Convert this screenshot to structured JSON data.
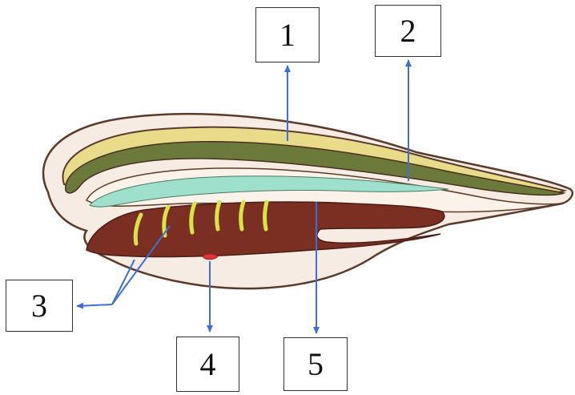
{
  "labels": [
    "1",
    "2",
    "3",
    "4",
    "5"
  ],
  "colors": {
    "arrow": "#3f6fd0",
    "outline": "#5a3a2a",
    "body_fill": "#f6ece4",
    "neural_tube": "#e8dc8a",
    "notochord": "#6b7a3a",
    "gut_lumen": "#9fe0cc",
    "gut_wall": "#7a2f22",
    "gill_slits": "#d8e34a",
    "heart": "#e0333a"
  }
}
